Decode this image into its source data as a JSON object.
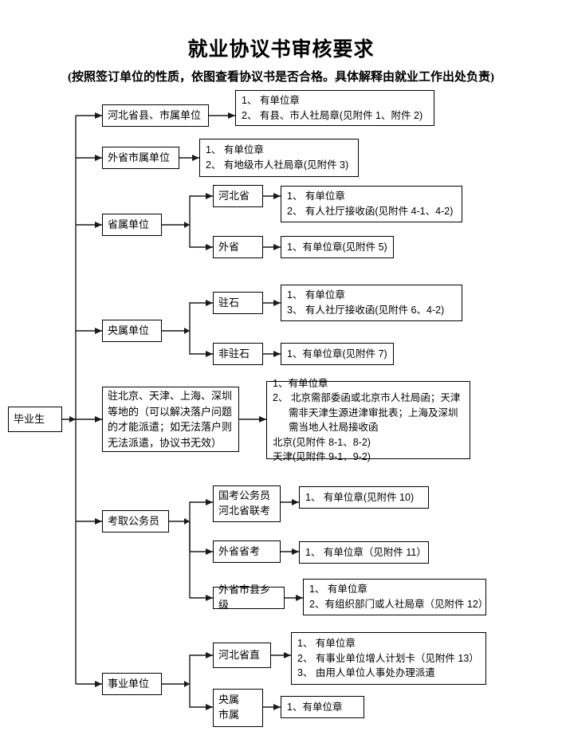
{
  "header": {
    "title": "就业协议书审核要求",
    "subtitle": "(按照签订单位的性质，依图查看协议书是否合格。具体解释由就业工作出处负责)"
  },
  "root": {
    "label": "毕业生"
  },
  "branches": [
    {
      "label": "河北省县、市属单位",
      "detail": [
        "1、 有单位章",
        "2、 有县、市人社局章(见附件 1、附件 2)"
      ]
    },
    {
      "label": "外省市属单位",
      "detail": [
        "1、 有单位章",
        "2、 有地级市人社局章(见附件 3)"
      ]
    },
    {
      "label": "省属单位",
      "children": [
        {
          "label": "河北省",
          "detail": [
            "1、 有单位章",
            "2、 有人社厅接收函(见附件 4-1、4-2)"
          ]
        },
        {
          "label": "外省",
          "detail": [
            "1、有单位章(见附件 5)"
          ]
        }
      ]
    },
    {
      "label": "央属单位",
      "children": [
        {
          "label": "驻石",
          "detail": [
            "1、 有单位章",
            "3、 有人社厅接收函(见附件 6、4-2)"
          ]
        },
        {
          "label": "非驻石",
          "detail": [
            "1、有单位章(见附件 7)"
          ]
        }
      ]
    },
    {
      "label": "驻北京、天津、上海、深圳等地的（可以解决落户问题的才能派遣；如无法落户则无法派遣，协议书无效）",
      "label_lines": [
        "驻北京、天津、上海、深圳",
        "等地的（可以解决落户问题",
        "的才能派遣；如无法落户则",
        "无法派遣，协议书无效）"
      ],
      "detail": [
        "1、有单位章",
        "2、 北京需部委函或北京市人社局函；天津",
        "需非天津生源进津审批表；上海及深圳",
        "需当地人社局接收函",
        "北京(见附件 8-1、8-2)",
        "天津(见附件 9-1、9-2)"
      ]
    },
    {
      "label": "考取公务员",
      "children": [
        {
          "label": "国考公务员",
          "label2": "河北省联考",
          "detail": [
            "1、 有单位章(见附件 10)"
          ]
        },
        {
          "label": "外省省考",
          "detail": [
            "1、 有单位章（见附件 11）"
          ]
        },
        {
          "label": "外省市县乡级",
          "detail": [
            "1、 有单位章",
            "2、有组织部门或人社局章（见附件 12）"
          ]
        }
      ]
    },
    {
      "label": "事业单位",
      "children": [
        {
          "label": "河北省直",
          "detail": [
            "1、 有单位章",
            "2、 有事业单位增人计划卡（见附件 13）",
            "3、 由用人单位人事处办理派遣"
          ]
        },
        {
          "label": "央属",
          "label2": "市属",
          "detail": [
            "1、有单位章"
          ]
        }
      ]
    }
  ]
}
